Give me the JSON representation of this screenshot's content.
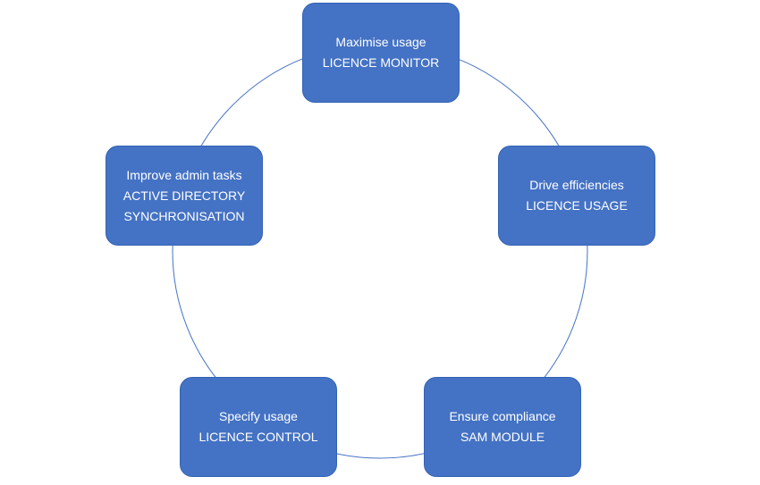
{
  "colors": {
    "node_fill": "#4472c4",
    "ring_stroke": "#4472c4",
    "text": "#ffffff"
  },
  "nodes": {
    "top": {
      "heading": "Maximise usage",
      "subtitle": "LICENCE MONITOR"
    },
    "right": {
      "heading": "Drive efficiencies",
      "subtitle": "LICENCE USAGE"
    },
    "bottom_right": {
      "heading": "Ensure compliance",
      "subtitle": "SAM MODULE"
    },
    "bottom_left": {
      "heading": "Specify usage",
      "subtitle": "LICENCE CONTROL"
    },
    "left": {
      "heading": "Improve admin tasks",
      "subtitle": "ACTIVE DIRECTORY\nSYNCHRONISATION"
    }
  }
}
